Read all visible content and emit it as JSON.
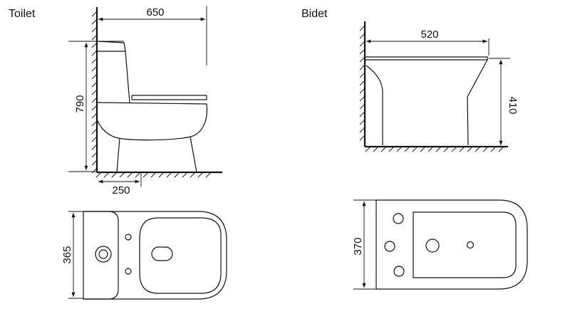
{
  "toilet": {
    "title": "Toilet",
    "dims": {
      "depth": "650",
      "height": "790",
      "outlet": "250",
      "width": "365"
    }
  },
  "bidet": {
    "title": "Bidet",
    "dims": {
      "depth": "520",
      "height": "410",
      "width": "370"
    }
  },
  "colors": {
    "line": "#111111",
    "background": "#ffffff"
  }
}
